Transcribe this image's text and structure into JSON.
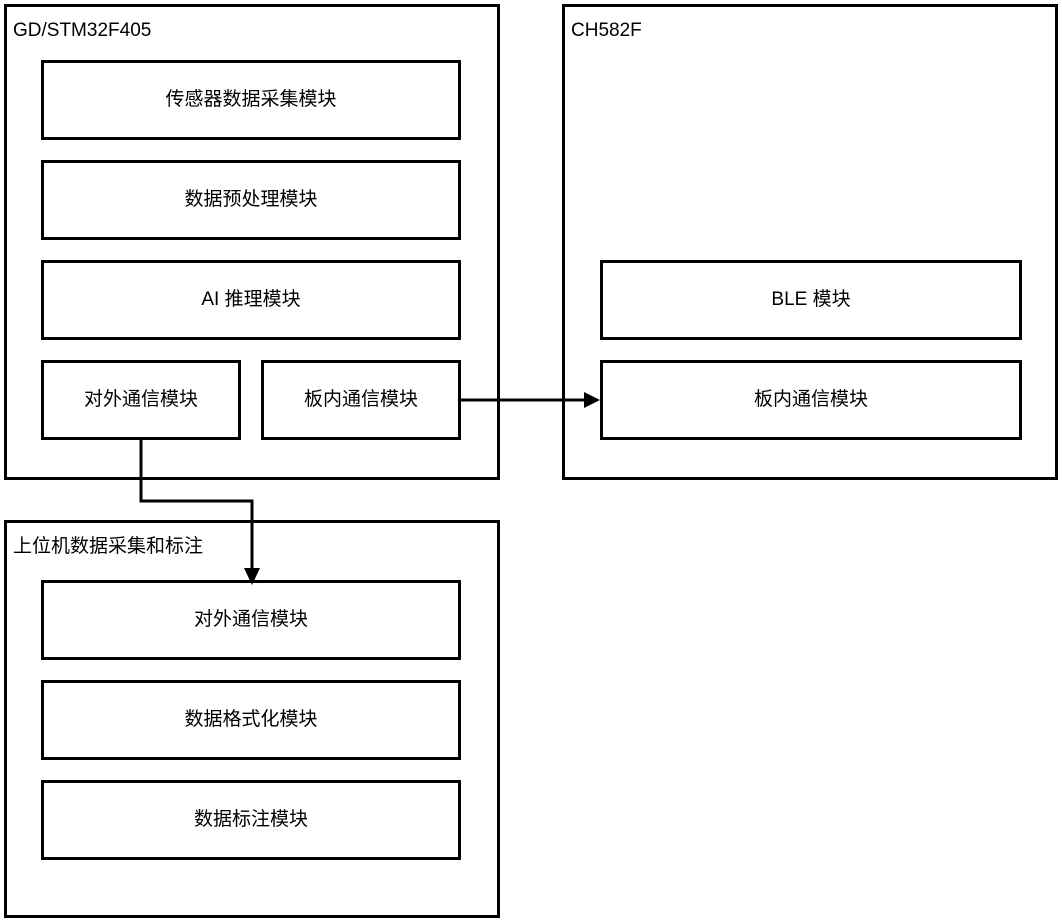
{
  "diagram": {
    "title": "",
    "stroke_color": "#000000",
    "background_color": "#ffffff",
    "groups": [
      {
        "id": "mcu-main",
        "label": "GD/STM32F405",
        "modules": [
          {
            "id": "sensor-acquisition",
            "label": "传感器数据采集模块"
          },
          {
            "id": "data-preprocess",
            "label": "数据预处理模块"
          },
          {
            "id": "ai-inference",
            "label": "AI 推理模块"
          },
          {
            "id": "external-comm",
            "label": "对外通信模块"
          },
          {
            "id": "onboard-comm",
            "label": "板内通信模块"
          }
        ]
      },
      {
        "id": "ble-mcu",
        "label": "CH582F",
        "modules": [
          {
            "id": "ble",
            "label": "BLE 模块"
          },
          {
            "id": "onboard-comm-ch582f",
            "label": "板内通信模块"
          }
        ]
      },
      {
        "id": "host-pc",
        "label": "上位机数据采集和标注",
        "modules": [
          {
            "id": "host-external-comm",
            "label": "对外通信模块"
          },
          {
            "id": "host-data-format",
            "label": "数据格式化模块"
          },
          {
            "id": "host-data-label",
            "label": "数据标注模块"
          }
        ]
      }
    ],
    "connections": [
      {
        "id": "onboard-to-ch582f",
        "from": "onboard-comm",
        "to": "onboard-comm-ch582f",
        "style": "arrow",
        "direction": "right"
      },
      {
        "id": "external-to-host",
        "from": "external-comm",
        "to": "host-external-comm",
        "style": "arrow",
        "direction": "down"
      }
    ]
  }
}
